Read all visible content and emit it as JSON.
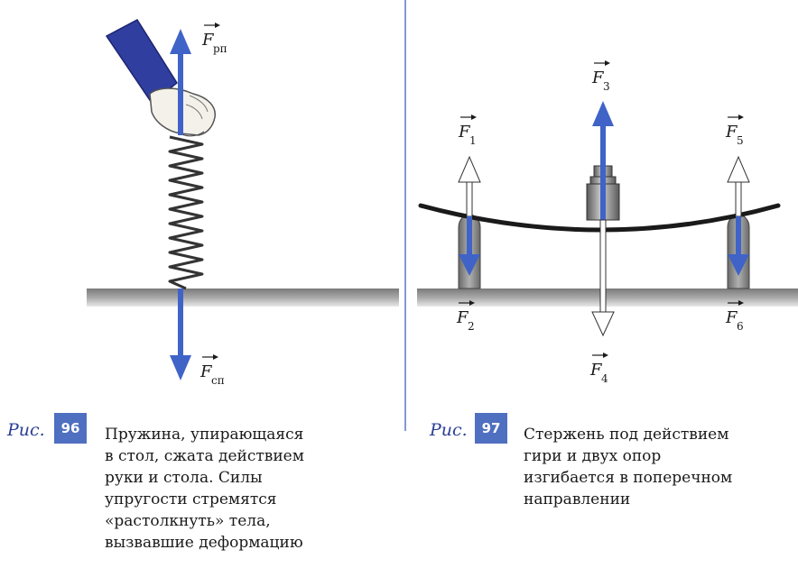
{
  "figure96": {
    "label": "Рис.",
    "number": "96",
    "caption_lines": [
      "Пружина, упирающаяся",
      "в стол, сжата действием",
      "руки и стола. Силы",
      "упругости стремятся",
      "«растолкнуть» тела,",
      "вызвавшие деформацию"
    ],
    "forces": [
      {
        "symbol": "F",
        "subscript": "рп"
      },
      {
        "symbol": "F",
        "subscript": "сп"
      }
    ]
  },
  "figure97": {
    "label": "Рис.",
    "number": "97",
    "caption_lines": [
      "Стержень под действием",
      "гири и двух опор",
      "изгибается в поперечном",
      "направлении"
    ],
    "forces": [
      {
        "symbol": "F",
        "subscript": "1"
      },
      {
        "symbol": "F",
        "subscript": "2"
      },
      {
        "symbol": "F",
        "subscript": "3"
      },
      {
        "symbol": "F",
        "subscript": "4"
      },
      {
        "symbol": "F",
        "subscript": "5"
      },
      {
        "symbol": "F",
        "subscript": "6"
      }
    ]
  },
  "colors": {
    "arrow_blue": "#3f63c7",
    "sleeve_blue": "#2f3e9f",
    "label_blue": "#2a3e95",
    "badge_blue": "#4f6fc0",
    "surface_gray": "#8c8c8c"
  }
}
